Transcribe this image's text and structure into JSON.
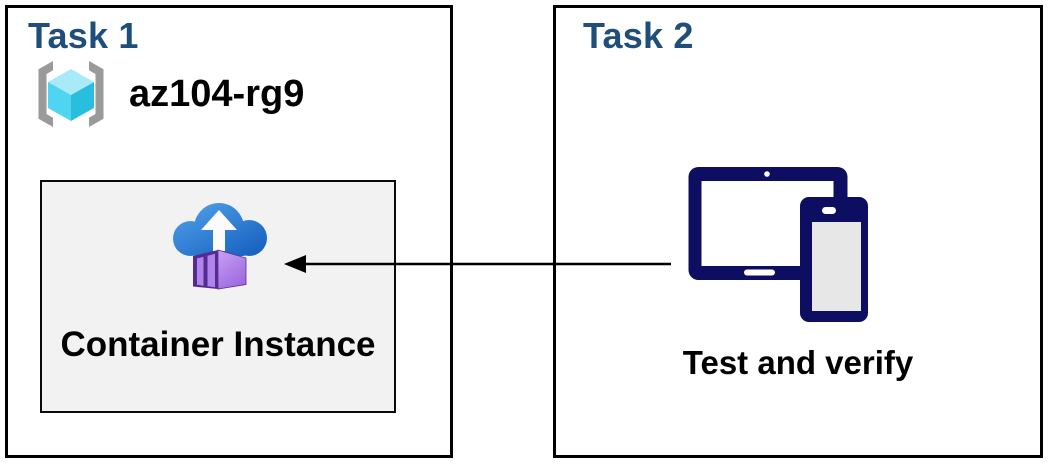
{
  "task1": {
    "title": "Task 1",
    "resource_group_name": "az104-rg9",
    "container_label": "Container Instance"
  },
  "task2": {
    "title": "Task 2",
    "label": "Test and verify"
  },
  "arrow": {
    "from": "task2-devices",
    "to": "container-instance-icon",
    "direction": "right-to-left"
  },
  "icons": {
    "resource_group": "azure-resource-group-icon",
    "container_instances": "azure-container-instances-icon",
    "devices": "tablet-and-phone-devices-icon",
    "connector": "left-arrow-connector"
  },
  "colors": {
    "task_title_blue": "#1E4E79",
    "label_black": "#000000",
    "box_border": "#000000",
    "container_box_bg": "#F2F2F2",
    "device_navy": "#0D0D62",
    "phone_screen_gray": "#E7E7E7",
    "cloud_blue_top": "#4B9BE5",
    "cloud_blue_bottom": "#1B66C4",
    "container_purple_light": "#C7A1F4",
    "container_purple_mid": "#9A60DE",
    "container_purple_dark": "#552B91",
    "cube_top": "#A9EAF8",
    "cube_left": "#4FD4F1",
    "cube_right": "#2ABEDE",
    "bracket_gray": "#9A9A9A"
  }
}
